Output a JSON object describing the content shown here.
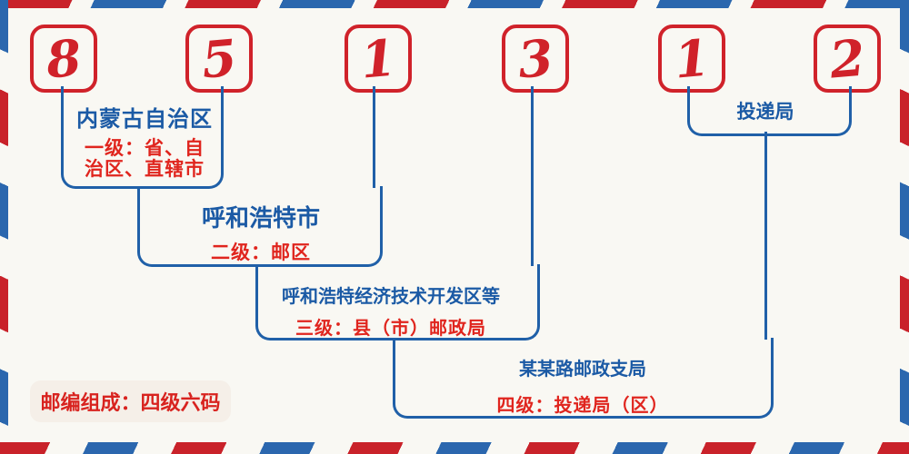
{
  "postal_code": {
    "digits": [
      "8",
      "5",
      "1",
      "3",
      "1",
      "2"
    ]
  },
  "levels": [
    {
      "name": "内蒙古自治区",
      "desc": "一级：省、自\n治区、直辖市"
    },
    {
      "name": "呼和浩特市",
      "desc": "二级：邮区"
    },
    {
      "name": "呼和浩特经济技术开发区等",
      "desc": "三级：县（市）邮政局"
    },
    {
      "name": "某某路邮政支局",
      "desc": "四级：投递局（区）"
    }
  ],
  "delivery_bureau_label": "投递局",
  "footer": {
    "note": "邮编组成：四级六码"
  },
  "colors": {
    "background": "#f9f8f3",
    "stripe_red": "#c9222a",
    "stripe_blue": "#2b67ae",
    "digit_red": "#d0222a",
    "heading_blue": "#1b5aa5",
    "desc_red": "#e0251e",
    "line_blue": "#2060a8",
    "note_bg": "#f5efe8"
  }
}
